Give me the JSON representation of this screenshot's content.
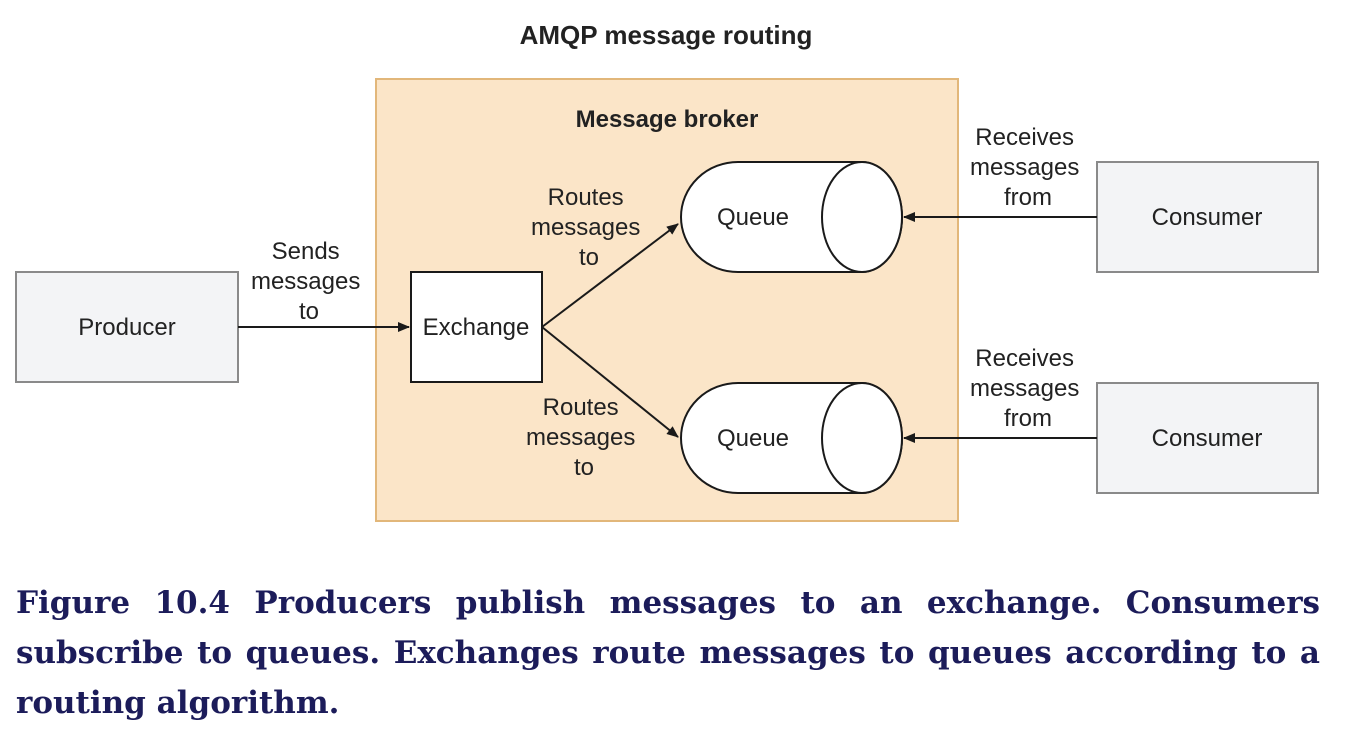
{
  "title": "AMQP message routing",
  "broker": {
    "label": "Message broker"
  },
  "producer": {
    "label": "Producer"
  },
  "exchange": {
    "label": "Exchange"
  },
  "queues": [
    {
      "label": "Queue"
    },
    {
      "label": "Queue"
    }
  ],
  "consumers": [
    {
      "label": "Consumer"
    },
    {
      "label": "Consumer"
    }
  ],
  "edges": {
    "producer_to_exchange": [
      "Sends",
      "messages",
      "to"
    ],
    "exchange_to_queue_top": [
      "Routes",
      "messages",
      "to"
    ],
    "exchange_to_queue_bottom": [
      "Routes",
      "messages",
      "to"
    ],
    "consumer_top_from_queue": [
      "Receives",
      "messages",
      "from"
    ],
    "consumer_bottom_from_queue": [
      "Receives",
      "messages",
      "from"
    ]
  },
  "caption": "Figure 10.4 Producers publish messages to an exchange. Consumers subscribe to queues. Exchanges route messages to queues according to a routing algorithm.",
  "colors": {
    "broker_fill": "#fbe5c8",
    "broker_stroke": "#e2b77a",
    "box_fill": "#f3f4f6",
    "box_stroke": "#8a8a8a",
    "caption": "#1c1c5a"
  }
}
